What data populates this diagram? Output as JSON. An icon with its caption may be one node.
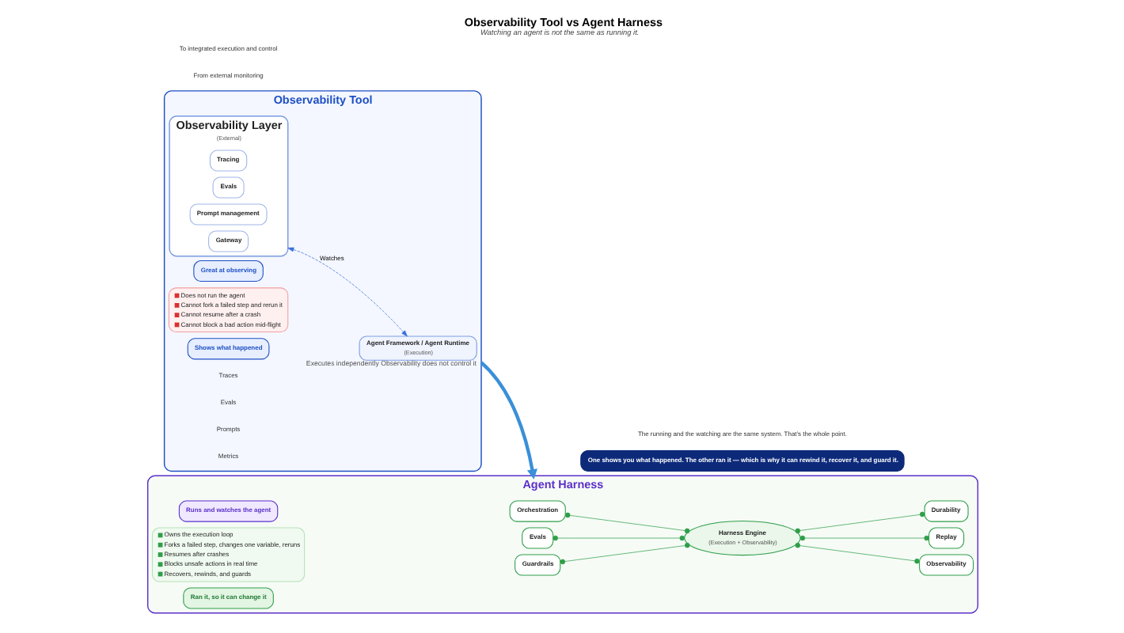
{
  "diagram": {
    "title": "Observability Tool vs Agent Harness",
    "caption": "Watching an agent is not the same as running it.",
    "nodes": [
      {
        "text": [
          "Observability Tool"
        ]
      },
      {
        "text": [
          "Great at observing"
        ],
        "in": 0
      },
      {
        "text": [
          "Observability Layer",
          "(External)"
        ],
        "in": 0
      },
      {
        "text": [
          "Tracing"
        ],
        "in": 2
      },
      {
        "text": [
          "Evals"
        ],
        "in": 2
      },
      {
        "text": [
          "Prompt management"
        ],
        "in": 2
      },
      {
        "text": [
          "Gateway"
        ],
        "in": 2
      },
      {
        "text": [
          "Agent Framework / Agent Runtime",
          "(Execution)"
        ],
        "in": 0,
        "beside": [
          "Executes independently Observability does not control it"
        ]
      },
      {
        "text": [
          "Does not run the agent",
          "Cannot fork a failed step and rerun it",
          "Cannot resume after a crash",
          "Cannot block a bad action mid-flight"
        ],
        "in": 0
      },
      {
        "text": [
          "Shows what happened"
        ],
        "in": 0
      },
      {
        "text": [
          "Agent Harness"
        ]
      },
      {
        "text": [
          "Runs and watches the agent"
        ],
        "in": 10
      },
      {
        "text": [
          "Orchestration"
        ],
        "in": 10
      },
      {
        "text": [
          "Observability"
        ],
        "in": 10
      },
      {
        "text": [
          "Evals"
        ],
        "in": 10
      },
      {
        "text": [
          "Harness Engine",
          "(Execution + Observability)"
        ],
        "in": 10
      },
      {
        "text": [
          "Replay"
        ],
        "in": 10
      },
      {
        "text": [
          "Guardrails"
        ],
        "in": 10
      },
      {
        "text": [
          "Durability"
        ],
        "in": 10
      },
      {
        "text": [
          "Owns the execution loop",
          "Forks a failed step, changes one variable, reruns",
          "Resumes after crashes",
          "Blocks unsafe actions in real time",
          "Recovers, rewinds, and guards"
        ],
        "in": 10
      },
      {
        "text": [
          "Ran it, so it can change it"
        ],
        "in": 10
      },
      {
        "text": [
          "One shows you what happened. The other ran it — which is why it can rewind it, recover it, and guard it."
        ]
      }
    ],
    "edges": [
      {
        "from": 2,
        "to": 7,
        "arrow": "both",
        "style": "dashed",
        "color": "#3a6fd8",
        "label": "Watches"
      },
      {
        "from": 0,
        "to": 10,
        "arrow": "to",
        "style": "thick",
        "color": "#3a8fd8"
      },
      {
        "from": 12,
        "to": 15,
        "arrow": "other"
      },
      {
        "from": 14,
        "to": 15,
        "arrow": "other"
      },
      {
        "from": 17,
        "to": 15,
        "arrow": "other"
      },
      {
        "from": 15,
        "to": 13,
        "arrow": "other"
      },
      {
        "from": 15,
        "to": 16,
        "arrow": "other"
      },
      {
        "from": 15,
        "to": 18,
        "arrow": "other"
      }
    ],
    "labels": [
      "Traces",
      "Evals",
      "Prompts",
      "Metrics",
      "From external monitoring",
      "To integrated execution and control",
      "The running and the watching are the same system. That’s the whole point."
    ]
  }
}
